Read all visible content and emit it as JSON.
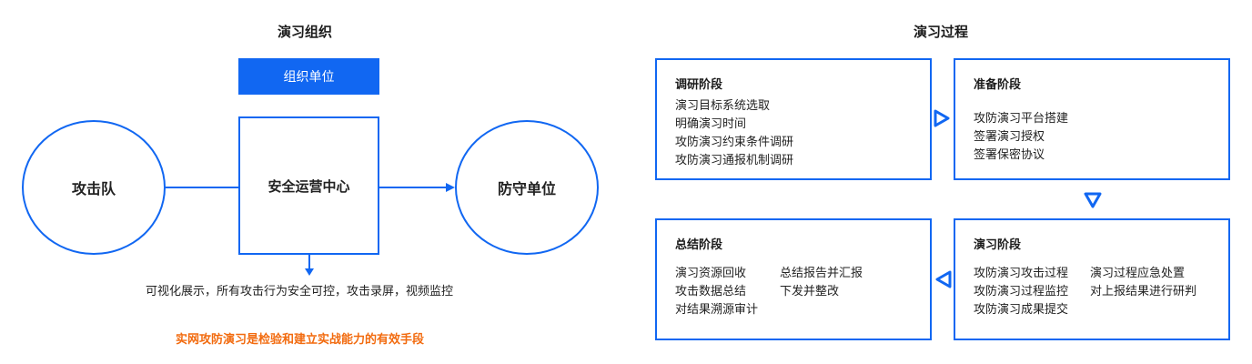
{
  "left": {
    "title": "演习组织",
    "org_unit": "组织单位",
    "soc": "安全运营中心",
    "attack_team": "攻击队",
    "defense_unit": "防守单位",
    "note": "可视化展示，所有攻击行为安全可控，攻击录屏，视频监控",
    "slogan": "实网攻防演习是检验和建立实战能力的有效手段"
  },
  "right": {
    "title": "演习过程",
    "stages": {
      "research": {
        "title": "调研阶段",
        "items": [
          "演习目标系统选取",
          "明确演习时间",
          "攻防演习约束条件调研",
          "攻防演习通报机制调研"
        ]
      },
      "prepare": {
        "title": "准备阶段",
        "items": [
          "攻防演习平台搭建",
          "签署演习授权",
          "签署保密协议"
        ]
      },
      "exercise": {
        "title": "演习阶段",
        "col1": [
          "攻防演习攻击过程",
          "攻防演习过程监控",
          "攻防演习成果提交"
        ],
        "col2": [
          "演习过程应急处置",
          "对上报结果进行研判"
        ]
      },
      "summary": {
        "title": "总结阶段",
        "col1": [
          "演习资源回收",
          "攻击数据总结",
          "对结果溯源审计"
        ],
        "col2": [
          "总结报告并汇报",
          "下发并整改"
        ]
      }
    }
  },
  "colors": {
    "accent": "#1167f2",
    "slogan": "#f26b0f"
  }
}
